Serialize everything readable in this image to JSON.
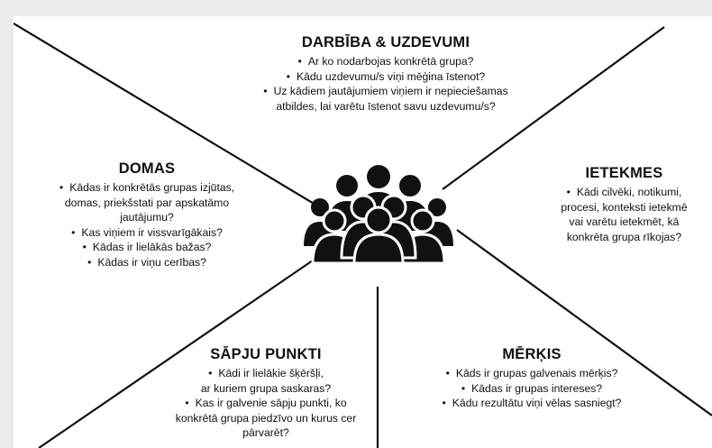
{
  "sections": {
    "top": {
      "title": "DARBĪBA & UZDEVUMI",
      "b1": "Ar ko nodarbojas konkrētā grupa?",
      "b2": "Kādu uzdevumu/s viņi mēģina īstenot?",
      "b3a": "Uz kādiem jautājumiem viņiem ir nepieciešamas",
      "b3b": "atbildes, lai varētu īstenot savu uzdevumu/s?"
    },
    "left": {
      "title": "DOMAS",
      "b1a": "Kādas ir konkrētās grupas izjūtas,",
      "b1b": "domas, priekšstati par apskatāmo",
      "b1c": "jautājumu?",
      "b2": "Kas viņiem ir vissvarīgākais?",
      "b3": "Kādas ir lielākās bažas?",
      "b4": "Kādas ir viņu cerības?"
    },
    "right": {
      "title": "IETEKMES",
      "b1a": "Kādi cilvēki, notikumi,",
      "b1b": "procesi, konteksti ietekmē",
      "b1c": "vai varētu ietekmēt, kā",
      "b1d": "konkrēta grupa rīkojas?"
    },
    "bottom_left": {
      "title": "SĀPJU PUNKTI",
      "b1a": "Kādi ir lielākie šķēršļi,",
      "b1b": "ar kuriem grupa saskaras?",
      "b2a": "Kas ir galvenie sāpju punkti, ko",
      "b2b": "konkrētā grupa piedzīvo un kurus cer",
      "b2c": "pārvarēt?"
    },
    "bottom_right": {
      "title": "MĒRĶIS",
      "b1": "Kāds ir grupas galvenais mērķis?",
      "b2": "Kādas ir grupas intereses?",
      "b3": "Kādu rezultātu viņi vēlas sasniegt?"
    }
  },
  "center_icon": "group-of-people-icon",
  "colors": {
    "background": "#ebebeb",
    "sheet": "#ffffff",
    "ink": "#111111"
  }
}
